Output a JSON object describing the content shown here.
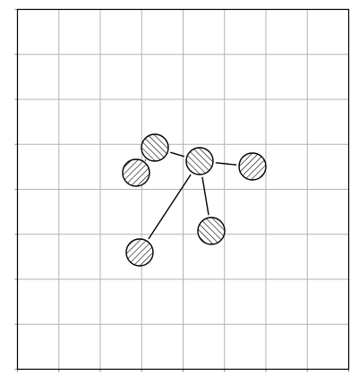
{
  "diagram": {
    "grid_columns": 8,
    "grid_rows": 8,
    "colors": {
      "background": "#ffffff",
      "grid_line": "#b3b3b3",
      "frame": "#000000",
      "edge": "#000000",
      "node_stroke": "#000000",
      "hatch": "#000000"
    },
    "nodes": [
      {
        "id": "n1",
        "hatch": "forward"
      },
      {
        "id": "n2",
        "hatch": "back"
      },
      {
        "id": "n3",
        "hatch": "back"
      },
      {
        "id": "n4",
        "hatch": "forward"
      },
      {
        "id": "n5",
        "hatch": "back"
      },
      {
        "id": "n6",
        "hatch": "forward"
      }
    ],
    "edges": [
      [
        "n1",
        "n3"
      ],
      [
        "n3",
        "n2"
      ],
      [
        "n3",
        "n4"
      ],
      [
        "n3",
        "n5"
      ],
      [
        "n2",
        "n6"
      ]
    ]
  }
}
